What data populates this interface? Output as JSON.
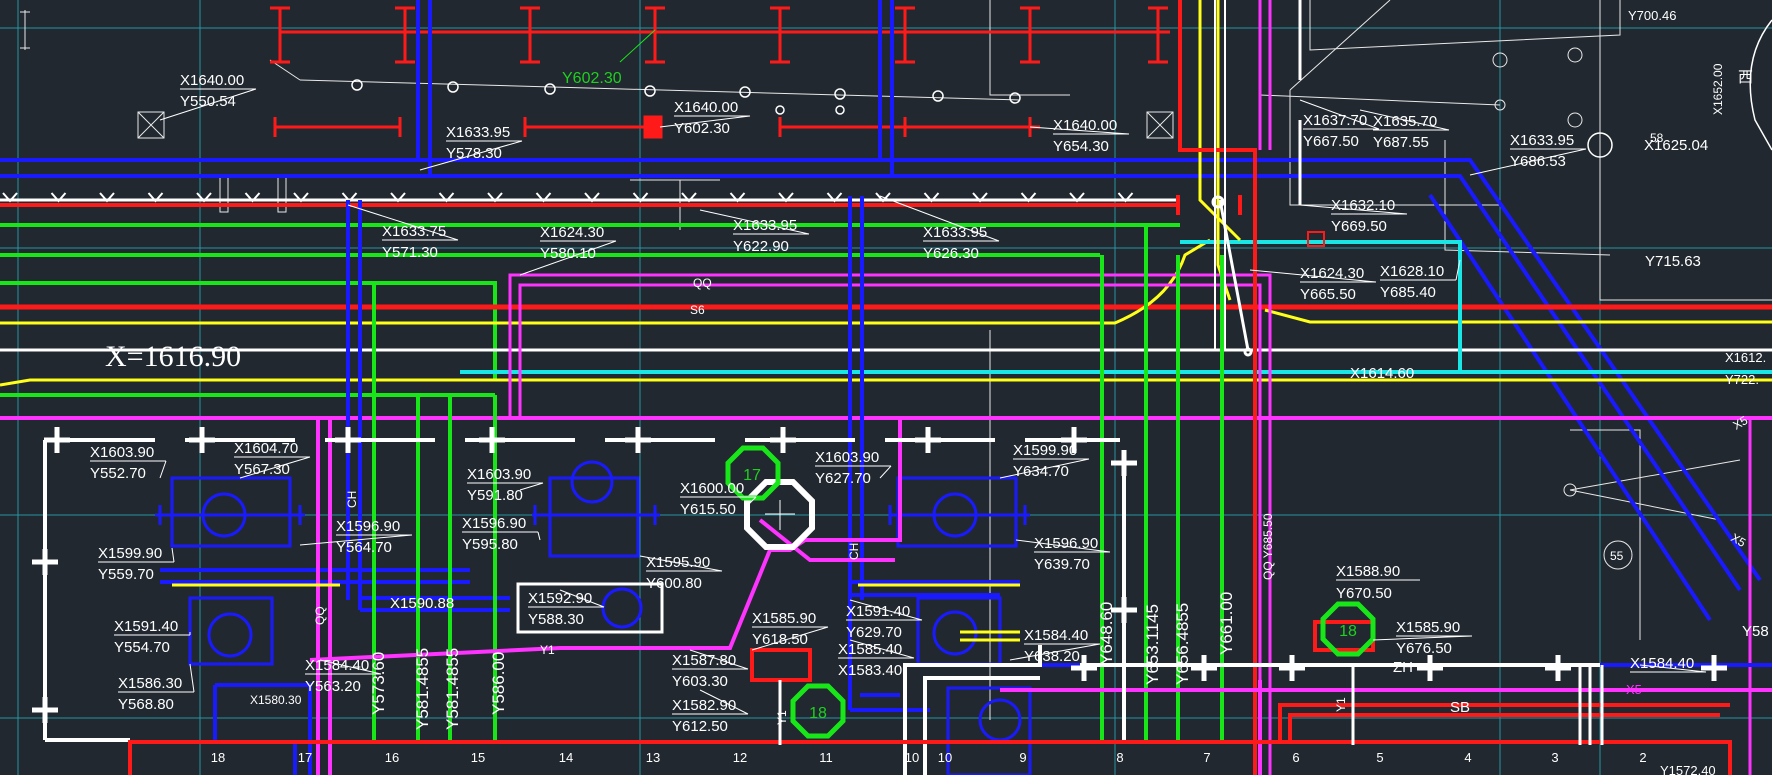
{
  "colors": {
    "background": "#212830",
    "red": "#ff1a1a",
    "blue": "#1a1aff",
    "green": "#19e619",
    "magenta": "#ff33ff",
    "yellow": "#ffff1a",
    "cyan": "#1ae6e6",
    "white": "#ffffff",
    "grid": "#27a9b5"
  },
  "main_label": "X=1616.90",
  "cyan_label": "X1614.60",
  "pipe_labels": {
    "qq": "QQ",
    "s6": "S6",
    "ch1": "CH",
    "ch2": "CH",
    "qq2": "QQ",
    "y1": "Y1",
    "y1b": "Y1",
    "y1c": "Y1",
    "zh": "ZH",
    "sb": "SB",
    "x5a": "X5",
    "x5b": "X5",
    "x5c": "X5",
    "qq3": "QQ Y685.50"
  },
  "grid_numbers": [
    "18",
    "17",
    "16",
    "15",
    "14",
    "13",
    "12",
    "11",
    "10",
    "10",
    "9",
    "8",
    "7",
    "6",
    "5",
    "4",
    "3",
    "2"
  ],
  "markers": {
    "m17": "17",
    "m18a": "18",
    "m18b": "18",
    "m55": "55",
    "m58": "58"
  },
  "corner_labels": {
    "west": "西",
    "y700": "Y700.46",
    "x1652": "X1652.00",
    "x1625": "X1625.04",
    "y715": "Y715.63",
    "x1612": "X1612.",
    "y722": "Y722.",
    "y602g": "Y602.30",
    "x1584r": "X1584.40",
    "x1580": "X1580.30",
    "x1590": "X1590.88",
    "x1572": "Y1572.40",
    "y58": "Y58",
    "x1588": "X1588.90",
    "y670": "Y670.50"
  },
  "vertical_labels": [
    "Y573.60",
    "Y581.4855",
    "Y581.4855",
    "Y586.00",
    "Y648.60",
    "Y653.1145",
    "Y656.4855",
    "Y661.00"
  ],
  "coordinates": [
    {
      "x": "X1640.00",
      "y": "Y550.54"
    },
    {
      "x": "X1633.95",
      "y": "Y578.30"
    },
    {
      "x": "X1640.00",
      "y": "Y602.30"
    },
    {
      "x": "X1640.00",
      "y": "Y654.30"
    },
    {
      "x": "X1637.70",
      "y": "Y667.50"
    },
    {
      "x": "X1635.70",
      "y": "Y687.55"
    },
    {
      "x": "X1633.95",
      "y": "Y686.53"
    },
    {
      "x": "X1633.75",
      "y": "Y571.30"
    },
    {
      "x": "X1624.30",
      "y": "Y580.10"
    },
    {
      "x": "X1633.95",
      "y": "Y622.90"
    },
    {
      "x": "X1633.95",
      "y": "Y626.30"
    },
    {
      "x": "X1632.10",
      "y": "Y669.50"
    },
    {
      "x": "X1624.30",
      "y": "Y665.50"
    },
    {
      "x": "X1628.10",
      "y": "Y685.40"
    },
    {
      "x": "X1603.90",
      "y": "Y552.70"
    },
    {
      "x": "X1604.70",
      "y": "Y567.30"
    },
    {
      "x": "X1603.90",
      "y": "Y591.80"
    },
    {
      "x": "X1600.00",
      "y": "Y615.50"
    },
    {
      "x": "X1603.90",
      "y": "Y627.70"
    },
    {
      "x": "X1599.90",
      "y": "Y634.70"
    },
    {
      "x": "X1599.90",
      "y": "Y559.70"
    },
    {
      "x": "X1596.90",
      "y": "Y564.70"
    },
    {
      "x": "X1596.90",
      "y": "Y595.80"
    },
    {
      "x": "X1595.90",
      "y": "Y600.80"
    },
    {
      "x": "X1596.90",
      "y": "Y639.70"
    },
    {
      "x": "X1591.40",
      "y": "Y554.70"
    },
    {
      "x": "X1592.90",
      "y": "Y588.30"
    },
    {
      "x": "X1585.90",
      "y": "Y618.50"
    },
    {
      "x": "X1591.40",
      "y": "Y629.70"
    },
    {
      "x": "X1584.40",
      "y": "Y638.20"
    },
    {
      "x": "X1586.30",
      "y": "Y568.80"
    },
    {
      "x": "X1584.40",
      "y": "Y563.20"
    },
    {
      "x": "X1587.80",
      "y": "Y603.30"
    },
    {
      "x": "X1582.90",
      "y": "Y612.50"
    },
    {
      "x": "X1585.40",
      "y": "X1583.40"
    },
    {
      "x": "X1585.90",
      "y": "Y676.50"
    },
    {
      "x": "X1584.40",
      "y": ""
    }
  ]
}
